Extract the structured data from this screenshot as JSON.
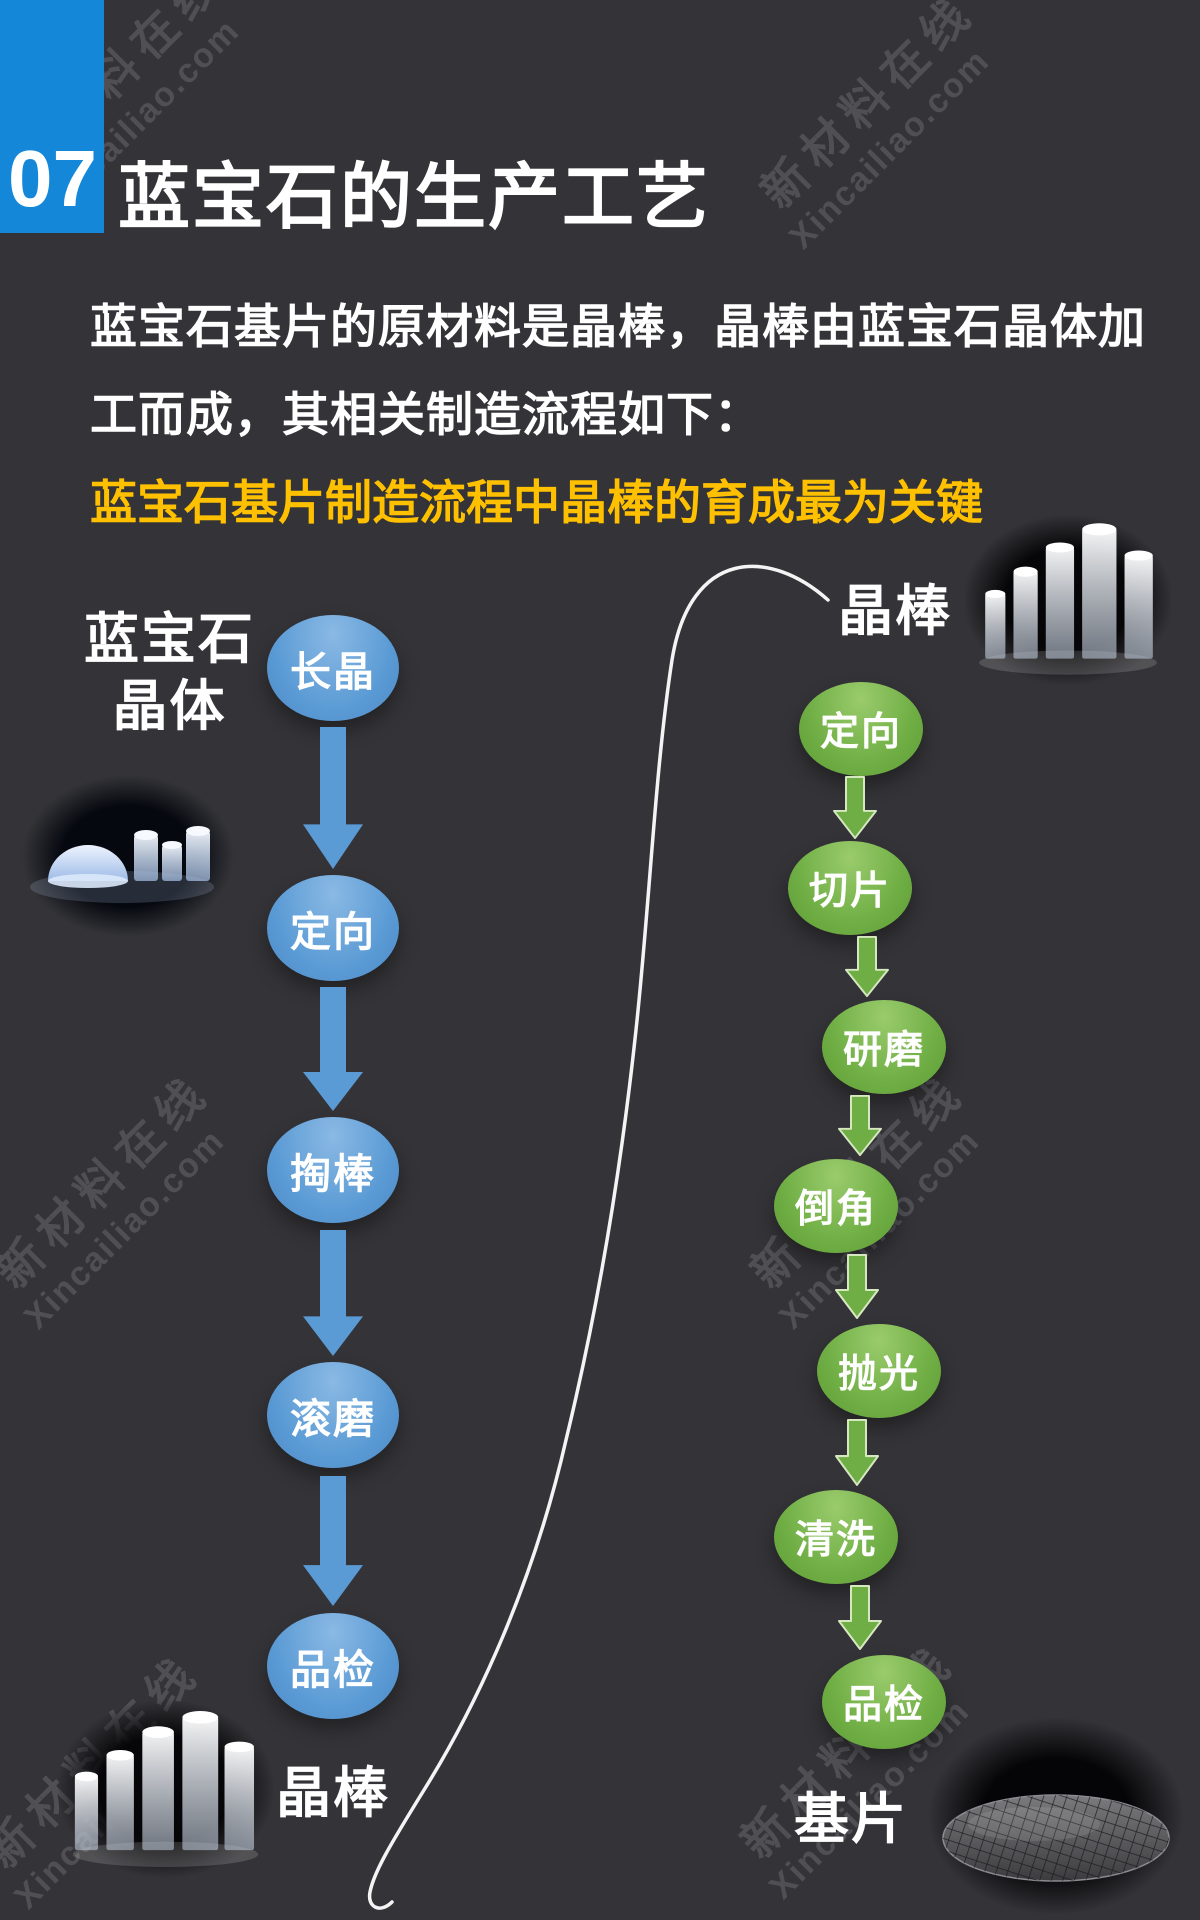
{
  "page": {
    "badge": "07",
    "title": "蓝宝石的生产工艺",
    "intro_lines": [
      "蓝宝石基片的原材料是晶棒，晶棒由蓝宝石晶体加",
      "工而成，其相关制造流程如下："
    ],
    "highlight": "蓝宝石基片制造流程中晶棒的育成最为关键",
    "colors": {
      "background": "#343438",
      "badge_blue": "#1487d8",
      "flow_blue": "#5b9bd5",
      "flow_green": "#6fae44",
      "highlight_yellow": "#ffc000",
      "text_white": "#ffffff"
    }
  },
  "left_flow": {
    "source_label_line1": "蓝宝石",
    "source_label_line2": "晶体",
    "steps": [
      "长晶",
      "定向",
      "掏棒",
      "滚磨",
      "品检"
    ],
    "result_label": "晶棒"
  },
  "right_flow": {
    "source_label": "晶棒",
    "steps": [
      "定向",
      "切片",
      "研磨",
      "倒角",
      "抛光",
      "清洗",
      "品检"
    ],
    "result_label": "基片"
  },
  "watermark": {
    "line1": "新材料在线",
    "line2": "Xincailiao.com"
  }
}
